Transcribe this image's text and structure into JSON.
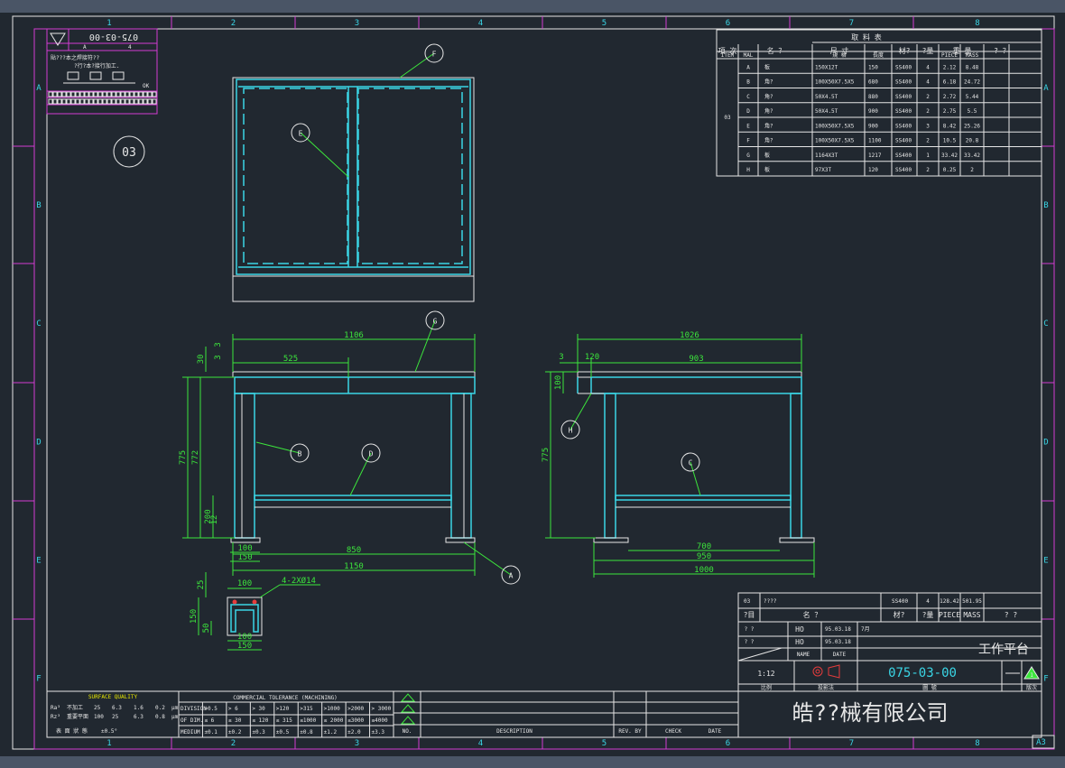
{
  "frame": {
    "cols": [
      "1",
      "2",
      "3",
      "4",
      "5",
      "6",
      "7",
      "8"
    ],
    "rows": [
      "A",
      "B",
      "C",
      "D",
      "E",
      "F"
    ],
    "sheet": "A3"
  },
  "stamp": {
    "code": "075-03-00",
    "small_a": "A",
    "small_b": "4",
    "note1": "貼???本之焊接符??",
    "note2": "?行?本?接行加工.",
    "ok_mark": "OK",
    "bigcode": "03"
  },
  "callouts": [
    "A",
    "B",
    "C",
    "D",
    "E",
    "F",
    "G",
    "H"
  ],
  "dims": {
    "front_total_top": "1106",
    "front_525": "525",
    "front_30": "30",
    "front_3a": "3",
    "front_3b": "3",
    "front_775": "775",
    "front_772": "772",
    "front_200": "200",
    "front_12": "12",
    "front_100": "100",
    "front_150": "150",
    "front_850": "850",
    "front_1150": "1150",
    "side_total_top": "1026",
    "side_3": "3",
    "side_120": "120",
    "side_903": "903",
    "side_100": "100",
    "side_775": "775",
    "side_700": "700",
    "side_950": "950",
    "side_1000": "1000",
    "det_25": "25",
    "det_100_top": "100",
    "det_holes": "4-2XØ14",
    "det_150_v": "150",
    "det_50": "50",
    "det_100_bot": "100",
    "det_150_bot": "150"
  },
  "material_table": {
    "title": "取   料   表",
    "col_h1": [
      "項 次",
      "名 ？",
      "尺 寸",
      "材?",
      "?量",
      "重 量",
      "? ？"
    ],
    "col_h2": [
      "ITEM",
      "MAL",
      "規 格",
      "長度",
      "PIECE",
      "MASS"
    ],
    "group": "03",
    "rows": [
      {
        "item": "A",
        "name": "板",
        "spec": "150X12T",
        "len": "150",
        "mat": "SS400",
        "qty": "4",
        "piece": "2.12",
        "mass": "8.48"
      },
      {
        "item": "B",
        "name": "角?",
        "spec": "100X50X7.5X5",
        "len": "680",
        "mat": "SS400",
        "qty": "4",
        "piece": "6.18",
        "mass": "24.72"
      },
      {
        "item": "C",
        "name": "角?",
        "spec": "50X4.5T",
        "len": "880",
        "mat": "SS400",
        "qty": "2",
        "piece": "2.72",
        "mass": "5.44"
      },
      {
        "item": "D",
        "name": "角?",
        "spec": "50X4.5T",
        "len": "900",
        "mat": "SS400",
        "qty": "2",
        "piece": "2.75",
        "mass": "5.5"
      },
      {
        "item": "E",
        "name": "角?",
        "spec": "100X50X7.5X5",
        "len": "900",
        "mat": "SS400",
        "qty": "3",
        "piece": "8.42",
        "mass": "25.26"
      },
      {
        "item": "F",
        "name": "角?",
        "spec": "100X50X7.5X5",
        "len": "1100",
        "mat": "SS400",
        "qty": "2",
        "piece": "10.5",
        "mass": "20.8"
      },
      {
        "item": "G",
        "name": "板",
        "spec": "1164X3T",
        "len": "1217",
        "mat": "SS400",
        "qty": "1",
        "piece": "33.42",
        "mass": "33.42"
      },
      {
        "item": "H",
        "name": "板",
        "spec": "97X3T",
        "len": "120",
        "mat": "SS400",
        "qty": "2",
        "piece": "0.25",
        "mass": "2"
      }
    ]
  },
  "title_block": {
    "row1": {
      "no": "03",
      "name": "????",
      "mat": "SS400",
      "qty": "4",
      "piece": "128.42",
      "mass": "501.95"
    },
    "head": [
      "?目",
      "名  ？",
      "材?",
      "?量",
      "PIECE",
      "MASS",
      "?  ?"
    ],
    "sig1": {
      "role": "?  ?",
      "who": "HO",
      "date": "95.03.18",
      "extra": "7月"
    },
    "sig2": {
      "role": "?  ?",
      "who": "HO",
      "date": "95.03.18"
    },
    "name_lbl": "NAME",
    "date_lbl": "DATE",
    "title": "工作平台",
    "scale": "1:12",
    "drawing_no": "075-03-00",
    "rev": "1",
    "foot": [
      "比例",
      "投影法",
      "圖  號",
      "版次"
    ],
    "company": "皓??械有限公司"
  },
  "surface": {
    "title": "SURFACE QUALITY",
    "r1": [
      "Ra³",
      "不加工",
      "25",
      "6.3",
      "1.6",
      "0.2",
      "μm"
    ],
    "r2": [
      "Rz³",
      "重要平面",
      "100",
      "25",
      "6.3",
      "0.8",
      "μm"
    ],
    "r3": [
      "表 面 狀 態",
      "±0.5°"
    ]
  },
  "tolerance": {
    "title": "COMMERCIAL TOLERANCE (MACHINING)",
    "r1": [
      "DIVISION",
      ">0.5",
      "> 6",
      "> 30",
      ">120",
      ">315",
      ">1000",
      ">2000",
      "> 3000"
    ],
    "r2": [
      "OF DIM.",
      "≤ 6",
      "≤ 30",
      "≤ 120",
      "≤ 315",
      "≤1000",
      "≤ 2000",
      "≤3000",
      "≤4000"
    ],
    "r3": [
      "MEDIUM",
      "±0.1",
      "±0.2",
      "±0.3",
      "±0.5",
      "±0.8",
      "±1.2",
      "±2.0",
      "±3.3"
    ]
  },
  "revision": {
    "cols": [
      "NO.",
      "DESCRIPTION",
      "REV. BY",
      "CHECK",
      "DATE"
    ]
  }
}
